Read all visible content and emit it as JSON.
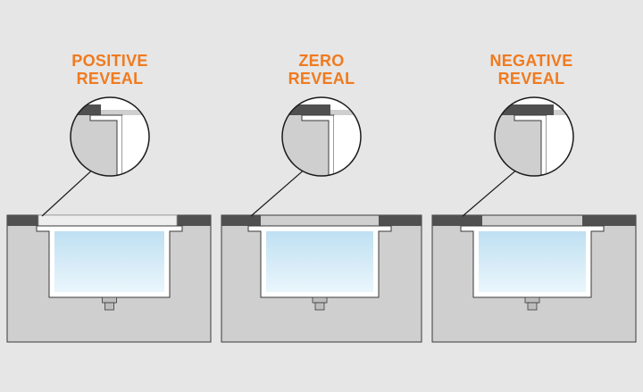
{
  "colors": {
    "label": "#f07a1e",
    "background": "#e6e6e6",
    "cabinet": "#cfcfcf",
    "countertop": "#505050",
    "sink_wall": "#ffffff",
    "water_top": "#bfe0f2",
    "water_bottom": "#eaf6fc",
    "outline": "#3a3a3a"
  },
  "panels": [
    {
      "type": "positive",
      "label_line1": "POSITIVE",
      "label_line2": "REVEAL"
    },
    {
      "type": "zero",
      "label_line1": "ZERO",
      "label_line2": "REVEAL"
    },
    {
      "type": "negative",
      "label_line1": "NEGATIVE",
      "label_line2": "REVEAL"
    }
  ]
}
